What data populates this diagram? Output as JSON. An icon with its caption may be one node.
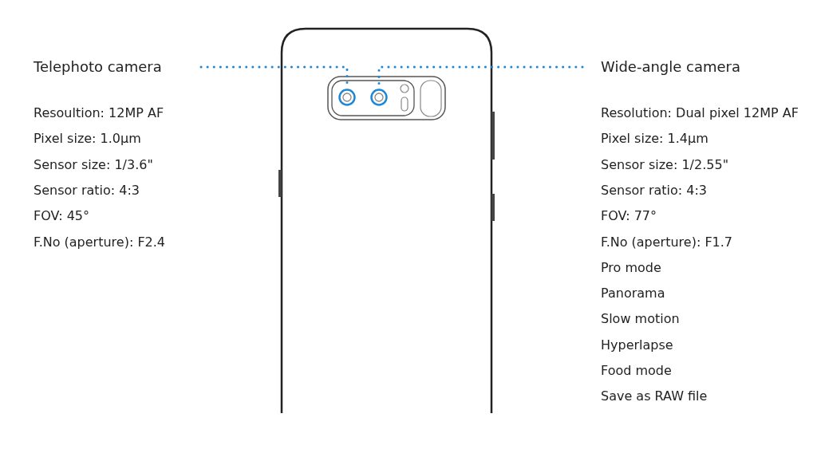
{
  "diagram": {
    "nodes": [
      {
        "text": [
          "Telephoto camera"
        ],
        "beside": [
          "Resoultion: 12MP AF",
          "Pixel size: 1.0µm",
          "Sensor size: 1/3.6\"",
          "Sensor ratio: 4:3",
          "FOV: 45°",
          "F.No (aperture): F2.4"
        ]
      },
      {
        "text": [
          "Wide-angle camera"
        ],
        "beside": [
          "Resolution: Dual pixel 12MP AF",
          "Pixel size: 1.4µm",
          "Sensor size: 1/2.55\"",
          "Sensor ratio: 4:3",
          "FOV: 77°",
          "F.No (aperture): F1.7",
          "Pro mode",
          "Panorama",
          "Slow motion",
          "Hyperlapse",
          "Food mode",
          "Save as RAW file"
        ]
      },
      {
        "text": [],
        "shape": "circle"
      },
      {
        "text": [],
        "shape": "circle"
      }
    ],
    "edges": [
      {
        "from": 0,
        "to": 2,
        "arrow": "none"
      },
      {
        "from": 1,
        "to": 3,
        "arrow": "none"
      }
    ]
  }
}
